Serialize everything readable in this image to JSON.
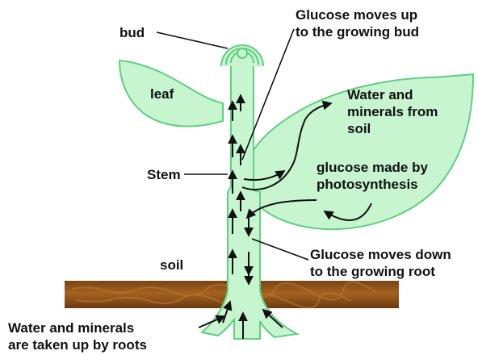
{
  "labels": {
    "bud": "bud",
    "leaf": "leaf",
    "stem": "Stem",
    "soil": "soil",
    "glucose_up": "Glucose moves up\nto the growing bud",
    "water_minerals_leaf": "Water and\nminerals from\nsoil",
    "glucose_made": "glucose made by\nphotosynthesis",
    "glucose_down": "Glucose moves down\nto the growing root",
    "roots_uptake": "Water and minerals\nare taken up by roots"
  },
  "colors": {
    "plant_fill": "#c6f5d0",
    "plant_stroke": "#5fcf80",
    "soil_dark": "#6b3a12",
    "soil_light": "#a8641f",
    "arrow": "#111111",
    "text": "#111111",
    "watermark": "#f0d8da"
  }
}
